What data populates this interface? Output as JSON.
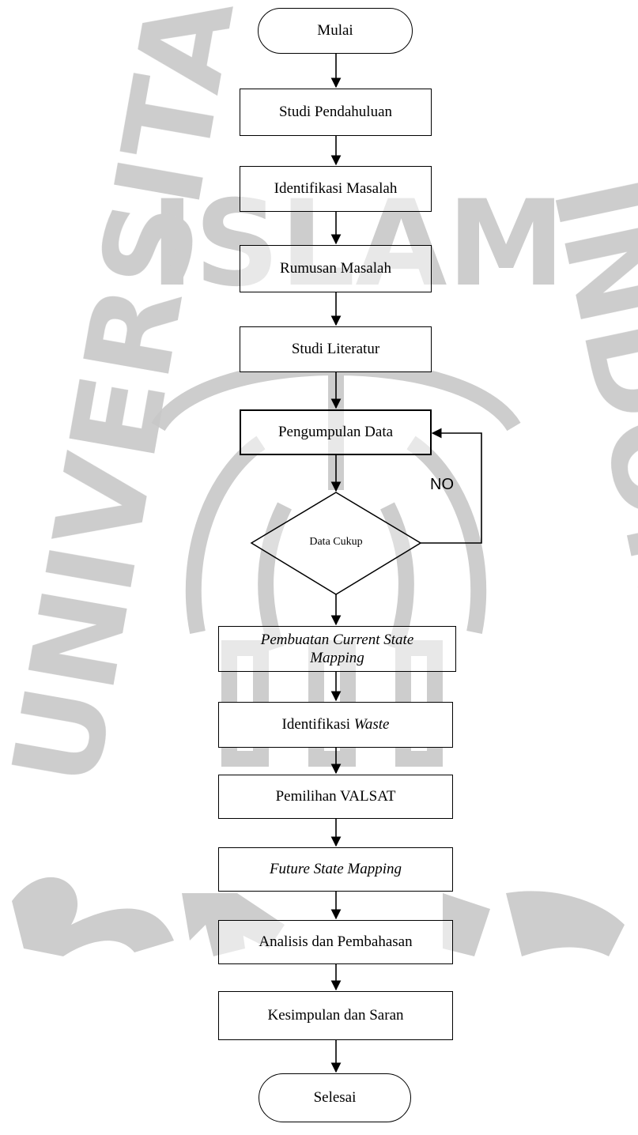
{
  "flowchart": {
    "start": "Mulai",
    "steps": [
      {
        "text": "Studi Pendahuluan"
      },
      {
        "text": "Identifikasi Masalah"
      },
      {
        "text": "Rumusan Masalah"
      },
      {
        "text": "Studi Literatur"
      },
      {
        "text": "Pengumpulan Data"
      }
    ],
    "decision": {
      "text": "Data Cukup",
      "no_label": "NO"
    },
    "after_decision": [
      {
        "text": "Pembuatan Current State Mapping"
      },
      {
        "pre": "Identifikasi ",
        "italic": "Waste"
      },
      {
        "text": "Pemilihan VALSAT"
      },
      {
        "text": "Future State Mapping"
      },
      {
        "text": "Analisis dan Pembahasan"
      },
      {
        "text": "Kesimpulan dan Saran"
      }
    ],
    "end": "Selesai"
  },
  "watermark": {
    "top_text": "ISLAM",
    "left_text": "UNIVERSITAS",
    "right_text": "INDONESIA",
    "color": "#c8c8c8"
  }
}
